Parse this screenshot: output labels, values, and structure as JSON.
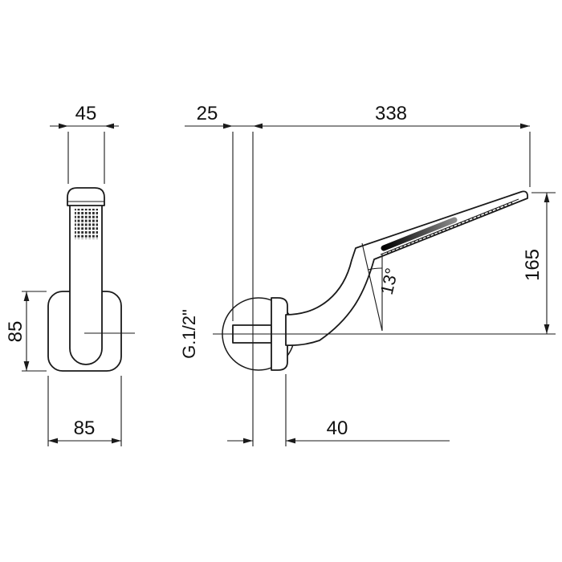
{
  "colors": {
    "line": "#1a1a1a",
    "background": "#ffffff"
  },
  "front_view": {
    "dim_head_width": "45",
    "dim_bracket_height": "85",
    "dim_bracket_width": "85"
  },
  "side_view": {
    "dim_wall_offset": "25",
    "dim_reach": "338",
    "dim_height": "165",
    "dim_angle": "13°",
    "thread_label": "G.1/2\"",
    "dim_flange_depth": "40"
  }
}
